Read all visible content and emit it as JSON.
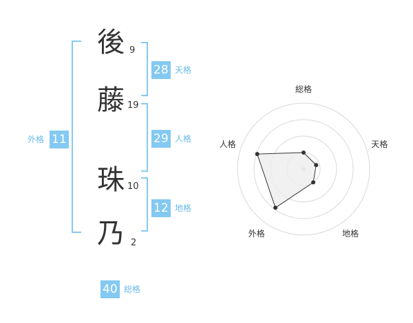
{
  "name_chars": [
    {
      "char": "後",
      "strokes": "9"
    },
    {
      "char": "藤",
      "strokes": "19"
    },
    {
      "char": "珠",
      "strokes": "10"
    },
    {
      "char": "乃",
      "strokes": "2"
    }
  ],
  "fortunes": {
    "tenkaku": {
      "value": "28",
      "label": "天格"
    },
    "jinkaku": {
      "value": "29",
      "label": "人格"
    },
    "chikaku": {
      "value": "12",
      "label": "地格"
    },
    "gaikaku": {
      "value": "11",
      "label": "外格"
    },
    "soukaku": {
      "value": "40",
      "label": "総格"
    }
  },
  "colors": {
    "accent": "#84c9f1",
    "bracket": "#84c9f1",
    "label": "#6bbbe8",
    "text": "#333333",
    "radar_fill": "#eeeeee",
    "radar_grid": "#d8d8d8"
  },
  "chart_data": {
    "type": "radar",
    "axes": [
      "総格",
      "天格",
      "地格",
      "外格",
      "人格"
    ],
    "values": [
      1.0,
      0.8,
      1.0,
      2.9,
      2.95
    ],
    "rlim": [
      0,
      4
    ],
    "rings": 4,
    "grid": true
  }
}
